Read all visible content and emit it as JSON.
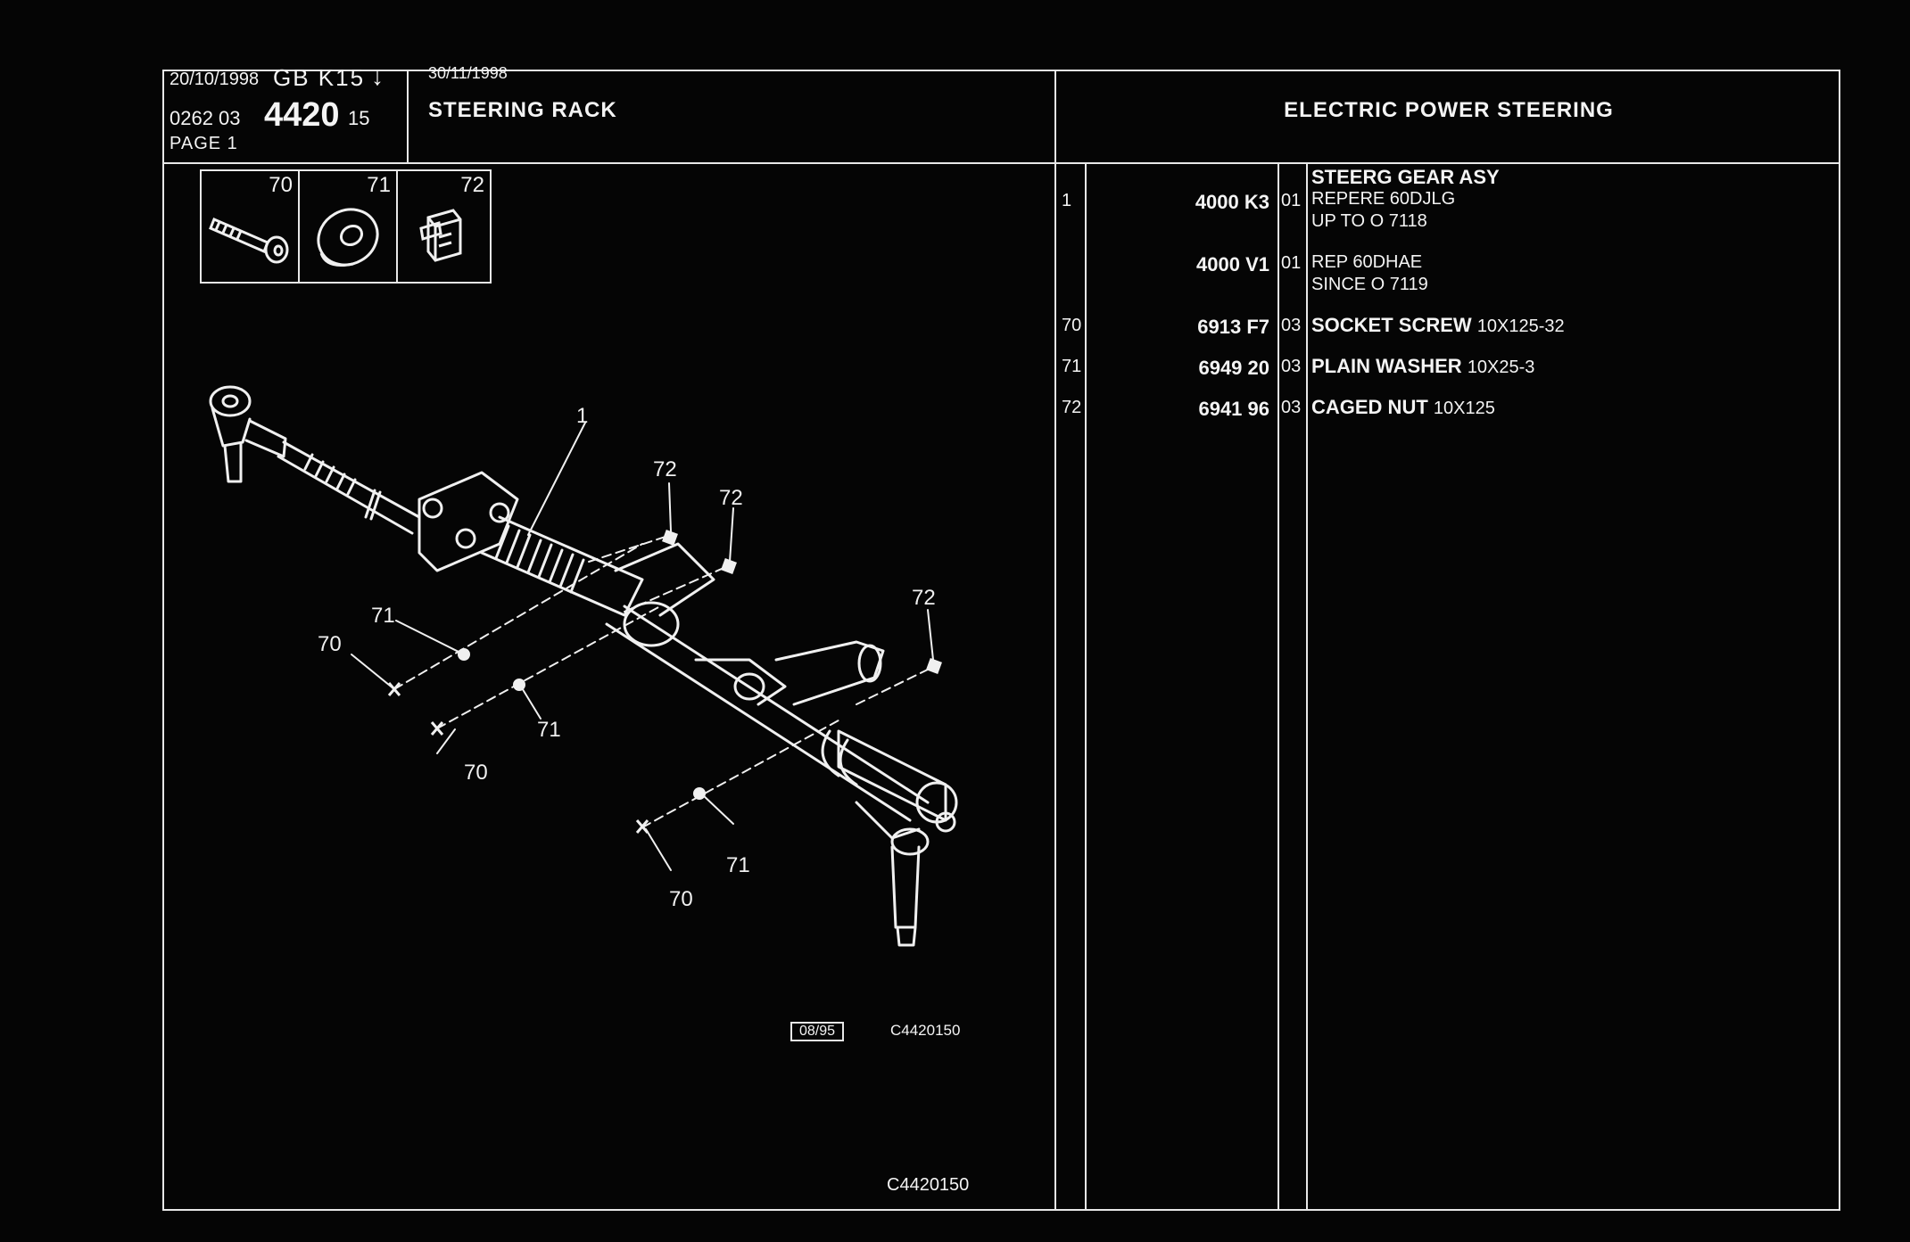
{
  "header": {
    "issue_date": "20/10/1998",
    "catalog_code": "GB  K15",
    "arrow_icon": "down-arrow-icon",
    "ref_prefix": "0262  03",
    "ref_main": "4420",
    "ref_suffix": "15",
    "page": "PAGE  1",
    "update_date": "30/11/1998",
    "section_title": "STEERING RACK",
    "subsection_title": "ELECTRIC POWER STEERING"
  },
  "thumbnails": [
    {
      "num": "70",
      "icon": "socket-screw-icon"
    },
    {
      "num": "71",
      "icon": "plain-washer-icon"
    },
    {
      "num": "72",
      "icon": "caged-nut-icon"
    }
  ],
  "callouts": {
    "c1": "1",
    "c72a": "72",
    "c72b": "72",
    "c72c": "72",
    "c71a": "71",
    "c71b": "71",
    "c71c": "71",
    "c70a": "70",
    "c70b": "70",
    "c70c": "70"
  },
  "footer": {
    "date_box": "08/95",
    "drawing_ref": "C4420150",
    "drawing_ref_bottom": "C4420150"
  },
  "parts": [
    {
      "item": "1",
      "part_no": "4000 K3",
      "qty": "01",
      "name": "STEERG GEAR ASY",
      "lines": [
        "REPERE 60DJLG",
        "UP  TO  O  7118"
      ]
    },
    {
      "item": "",
      "part_no": "4000 V1",
      "qty": "01",
      "name": "",
      "lines": [
        "REP 60DHAE",
        "SINCE  O  7119"
      ]
    },
    {
      "item": "70",
      "part_no": "6913 F7",
      "qty": "03",
      "name": "SOCKET SCREW",
      "spec": "10X125-32"
    },
    {
      "item": "71",
      "part_no": "6949 20",
      "qty": "03",
      "name": "PLAIN WASHER",
      "spec": "10X25-3"
    },
    {
      "item": "72",
      "part_no": "6941 96",
      "qty": "03",
      "name": "CAGED NUT",
      "spec": "10X125"
    }
  ]
}
